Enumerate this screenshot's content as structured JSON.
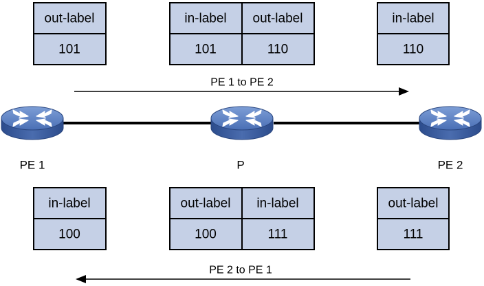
{
  "nodes": [
    {
      "label": "PE 1"
    },
    {
      "label": "P"
    },
    {
      "label": "PE 2"
    }
  ],
  "directions": {
    "forward": "PE 1 to PE 2",
    "reverse": "PE 2 to PE 1"
  },
  "top_tables": {
    "pe1": {
      "header": "out-label",
      "value": "101"
    },
    "p": {
      "col1": {
        "header": "in-label",
        "value": "101"
      },
      "col2": {
        "header": "out-label",
        "value": "110"
      }
    },
    "pe2": {
      "header": "in-label",
      "value": "110"
    }
  },
  "bottom_tables": {
    "pe1": {
      "header": "in-label",
      "value": "100"
    },
    "p": {
      "col1": {
        "header": "out-label",
        "value": "100"
      },
      "col2": {
        "header": "in-label",
        "value": "111"
      }
    },
    "pe2": {
      "header": "out-label",
      "value": "111"
    }
  },
  "colors": {
    "cell_fill": "#c5d0e6",
    "router_top": "#5b7fc0",
    "router_side": "#33559a",
    "line": "#000000"
  },
  "icons": {
    "router": "router-icon",
    "arrow": "arrow-icon"
  }
}
